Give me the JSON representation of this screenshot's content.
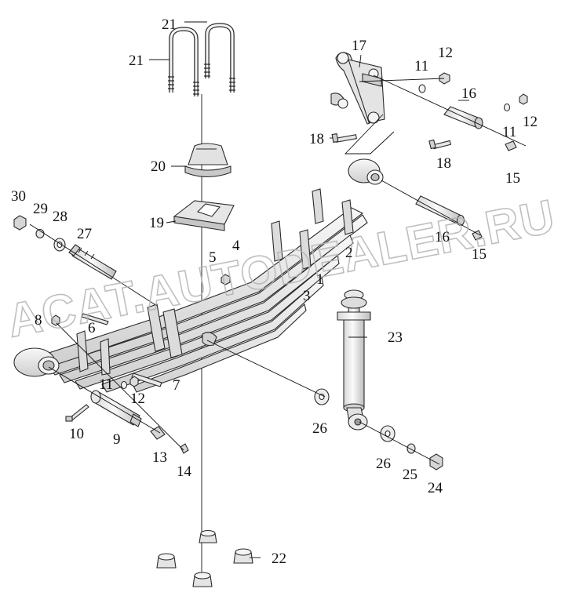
{
  "watermark": "ACAT.AUTODEALER.RU",
  "callouts": {
    "c1": "1",
    "c2": "2",
    "c3": "3",
    "c4": "4",
    "c5": "5",
    "c6": "6",
    "c7": "7",
    "c8": "8",
    "c9": "9",
    "c10": "10",
    "c11a": "11",
    "c11b": "11",
    "c11c": "11",
    "c12a": "12",
    "c12b": "12",
    "c12c": "12",
    "c13": "13",
    "c14": "14",
    "c15a": "15",
    "c15b": "15",
    "c16a": "16",
    "c16b": "16",
    "c17": "17",
    "c18a": "18",
    "c18b": "18",
    "c19": "19",
    "c20": "20",
    "c21a": "21",
    "c21b": "21",
    "c22": "22",
    "c23": "23",
    "c24": "24",
    "c25": "25",
    "c26a": "26",
    "c26b": "26",
    "c27": "27",
    "c28": "28",
    "c29": "29",
    "c30": "30"
  },
  "colors": {
    "part_fill": "#efefef",
    "part_dark": "#cfcfcf",
    "line": "#111111",
    "watermark": "#b5b5b5"
  }
}
